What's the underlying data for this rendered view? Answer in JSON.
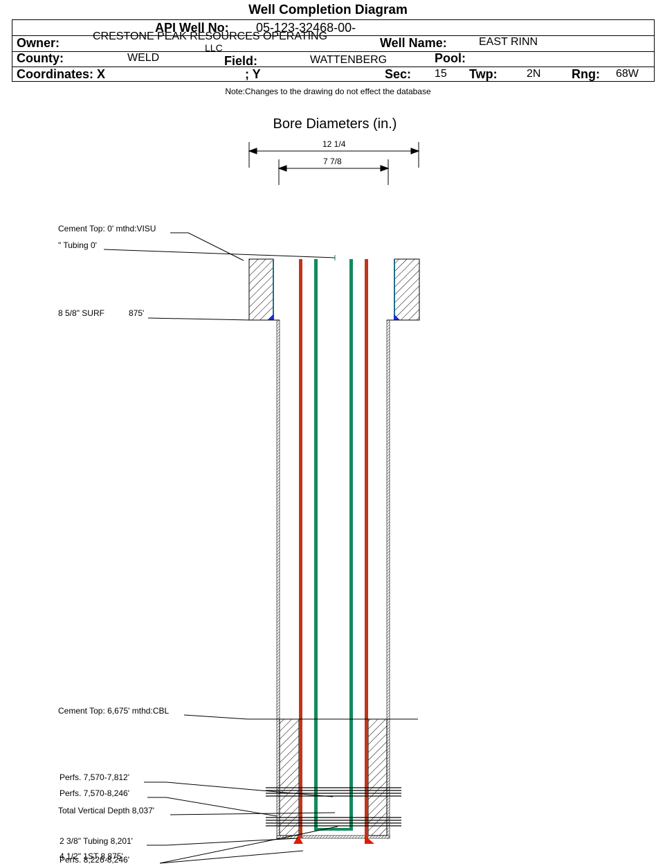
{
  "title": "Well Completion Diagram",
  "header": {
    "api_label": "API Well No:",
    "api_value": "05-123-32468-00-",
    "owner_label": "Owner:",
    "owner_value": "CRESTONE PEAK RESOURCES OPERATING",
    "owner_value_cont": "LLC",
    "well_name_label": "Well Name:",
    "well_name_value": "EAST RINN",
    "county_label": "County:",
    "county_value": "WELD",
    "field_label": "Field:",
    "field_value": "WATTENBERG",
    "pool_label": "Pool:",
    "pool_value": "",
    "coord_x_label": "Coordinates: X",
    "coord_y_label": "; Y",
    "sec_label": "Sec:",
    "sec_value": "15",
    "twp_label": "Twp:",
    "twp_value": "2N",
    "rng_label": "Rng:",
    "rng_value": "68W"
  },
  "note": "Note:Changes to the drawing do not effect the database",
  "bore": {
    "title": "Bore Diameters (in.)",
    "outer": "12 1/4",
    "inner": "7 7/8"
  },
  "annotations": {
    "cement_top_surface": "Cement Top: 0' mthd:VISU",
    "tubing_top": "\" Tubing 0'",
    "surface_casing_name": "8 5/8\" SURF",
    "surface_casing_depth": "875'",
    "cement_top_production": "Cement Top: 6,675' mthd:CBL",
    "perfs_1": "Perfs. 7,570-7,812'",
    "perfs_2": "Perfs. 7,570-8,246'",
    "total_vertical_depth": "Total Vertical Depth 8,037'",
    "tubing_bottom": "2 3/8\" Tubing 8,201'",
    "production_casing": "4 1/2\" 1ST     8,875'",
    "perfs_3": "Perfs. 8,226-8,246'"
  },
  "colors": {
    "casing": "#c0361a",
    "tubing": "#138a5c",
    "cement_edge": "#1f6f8b",
    "shoe_surface": "#1a2fd6",
    "shoe_production": "#e01b00"
  }
}
